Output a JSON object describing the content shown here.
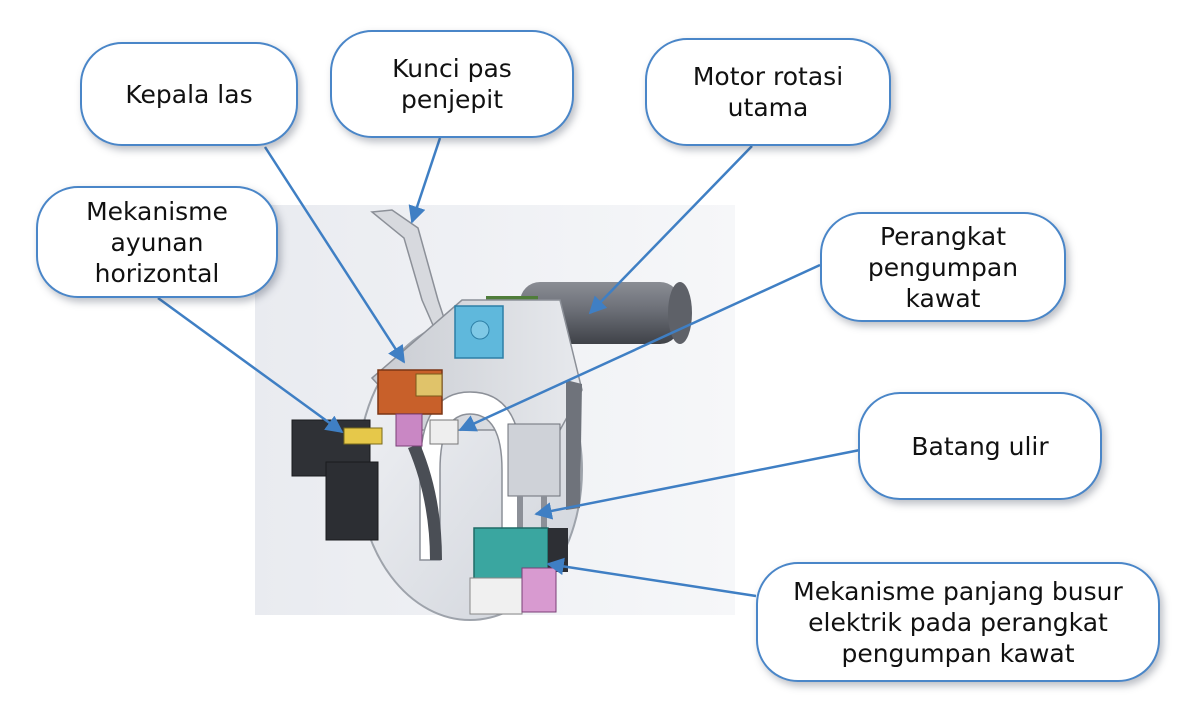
{
  "labels": {
    "kepala_las": "Kepala las",
    "kunci_pas": [
      "Kunci pas",
      "penjepit"
    ],
    "motor": [
      "Motor rotasi",
      "utama"
    ],
    "ayunan": [
      "Mekanisme",
      "ayunan",
      "horizontal"
    ],
    "perangkat": [
      "Perangkat",
      "pengumpan",
      "kawat"
    ],
    "batang": "Batang ulir",
    "busur": [
      "Mekanisme panjang busur",
      "elektrik pada perangkat",
      "pengumpan kawat"
    ]
  },
  "colors": {
    "callout_border": "#4a86c8",
    "leader_line": "#3f7fc4",
    "motor_blue": "#5fb8dc",
    "head_orange": "#c8602a",
    "feeder_teal": "#3aa6a0",
    "bracket_pink": "#d89ad0"
  }
}
